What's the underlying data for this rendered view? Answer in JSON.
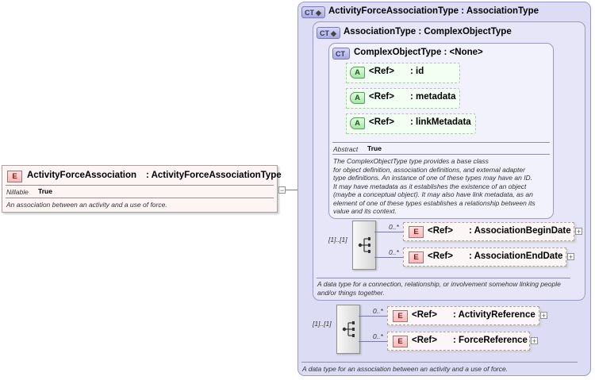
{
  "root_element": {
    "badge": "E",
    "name": "ActivityForceAssociation",
    "type": ": ActivityForceAssociationType",
    "nillable_label": "Nillable",
    "nillable_value": "True",
    "doc": "An association between an activity and a use of force."
  },
  "outer_type": {
    "badge": "CT",
    "title": "ActivityForceAssociationType : AssociationType",
    "doc": "A data type for an association between an activity and a use of force.",
    "sequence_multiplicity": "[1]..[1]",
    "elements": [
      {
        "badge": "E",
        "ref": "<Ref>",
        "name": ": ActivityReference",
        "multiplicity": "0..*"
      },
      {
        "badge": "E",
        "ref": "<Ref>",
        "name": ": ForceReference",
        "multiplicity": "0..*"
      }
    ]
  },
  "association_type": {
    "badge": "CT",
    "title": "AssociationType : ComplexObjectType",
    "doc": "A data type for a connection, relationship, or involvement somehow linking people and/or things together.",
    "sequence_multiplicity": "[1]..[1]",
    "elements": [
      {
        "badge": "E",
        "ref": "<Ref>",
        "name": ": AssociationBeginDate",
        "multiplicity": "0..*"
      },
      {
        "badge": "E",
        "ref": "<Ref>",
        "name": ": AssociationEndDate",
        "multiplicity": "0..*"
      }
    ]
  },
  "complex_object_type": {
    "badge": "CT",
    "title": "ComplexObjectType : <None>",
    "attributes": [
      {
        "badge": "A",
        "ref": "<Ref>",
        "name": ": id"
      },
      {
        "badge": "A",
        "ref": "<Ref>",
        "name": ": metadata"
      },
      {
        "badge": "A",
        "ref": "<Ref>",
        "name": ": linkMetadata"
      }
    ],
    "abstract_label": "Abstract",
    "abstract_value": "True",
    "doc_lines": [
      "The ComplexObjectType type provides a base class",
      "for object definition, association definitions, and external adapter",
      "type definitions. An instance of one of these types may have an ID.",
      "It may have metadata as it establishes the existence of an object",
      "(maybe a conceptual object). It may also have link metadata, as an",
      "element of one of these types establishes a relationship between its",
      "value and its context."
    ]
  },
  "collapse_symbol": "−",
  "expand_symbol": "+"
}
